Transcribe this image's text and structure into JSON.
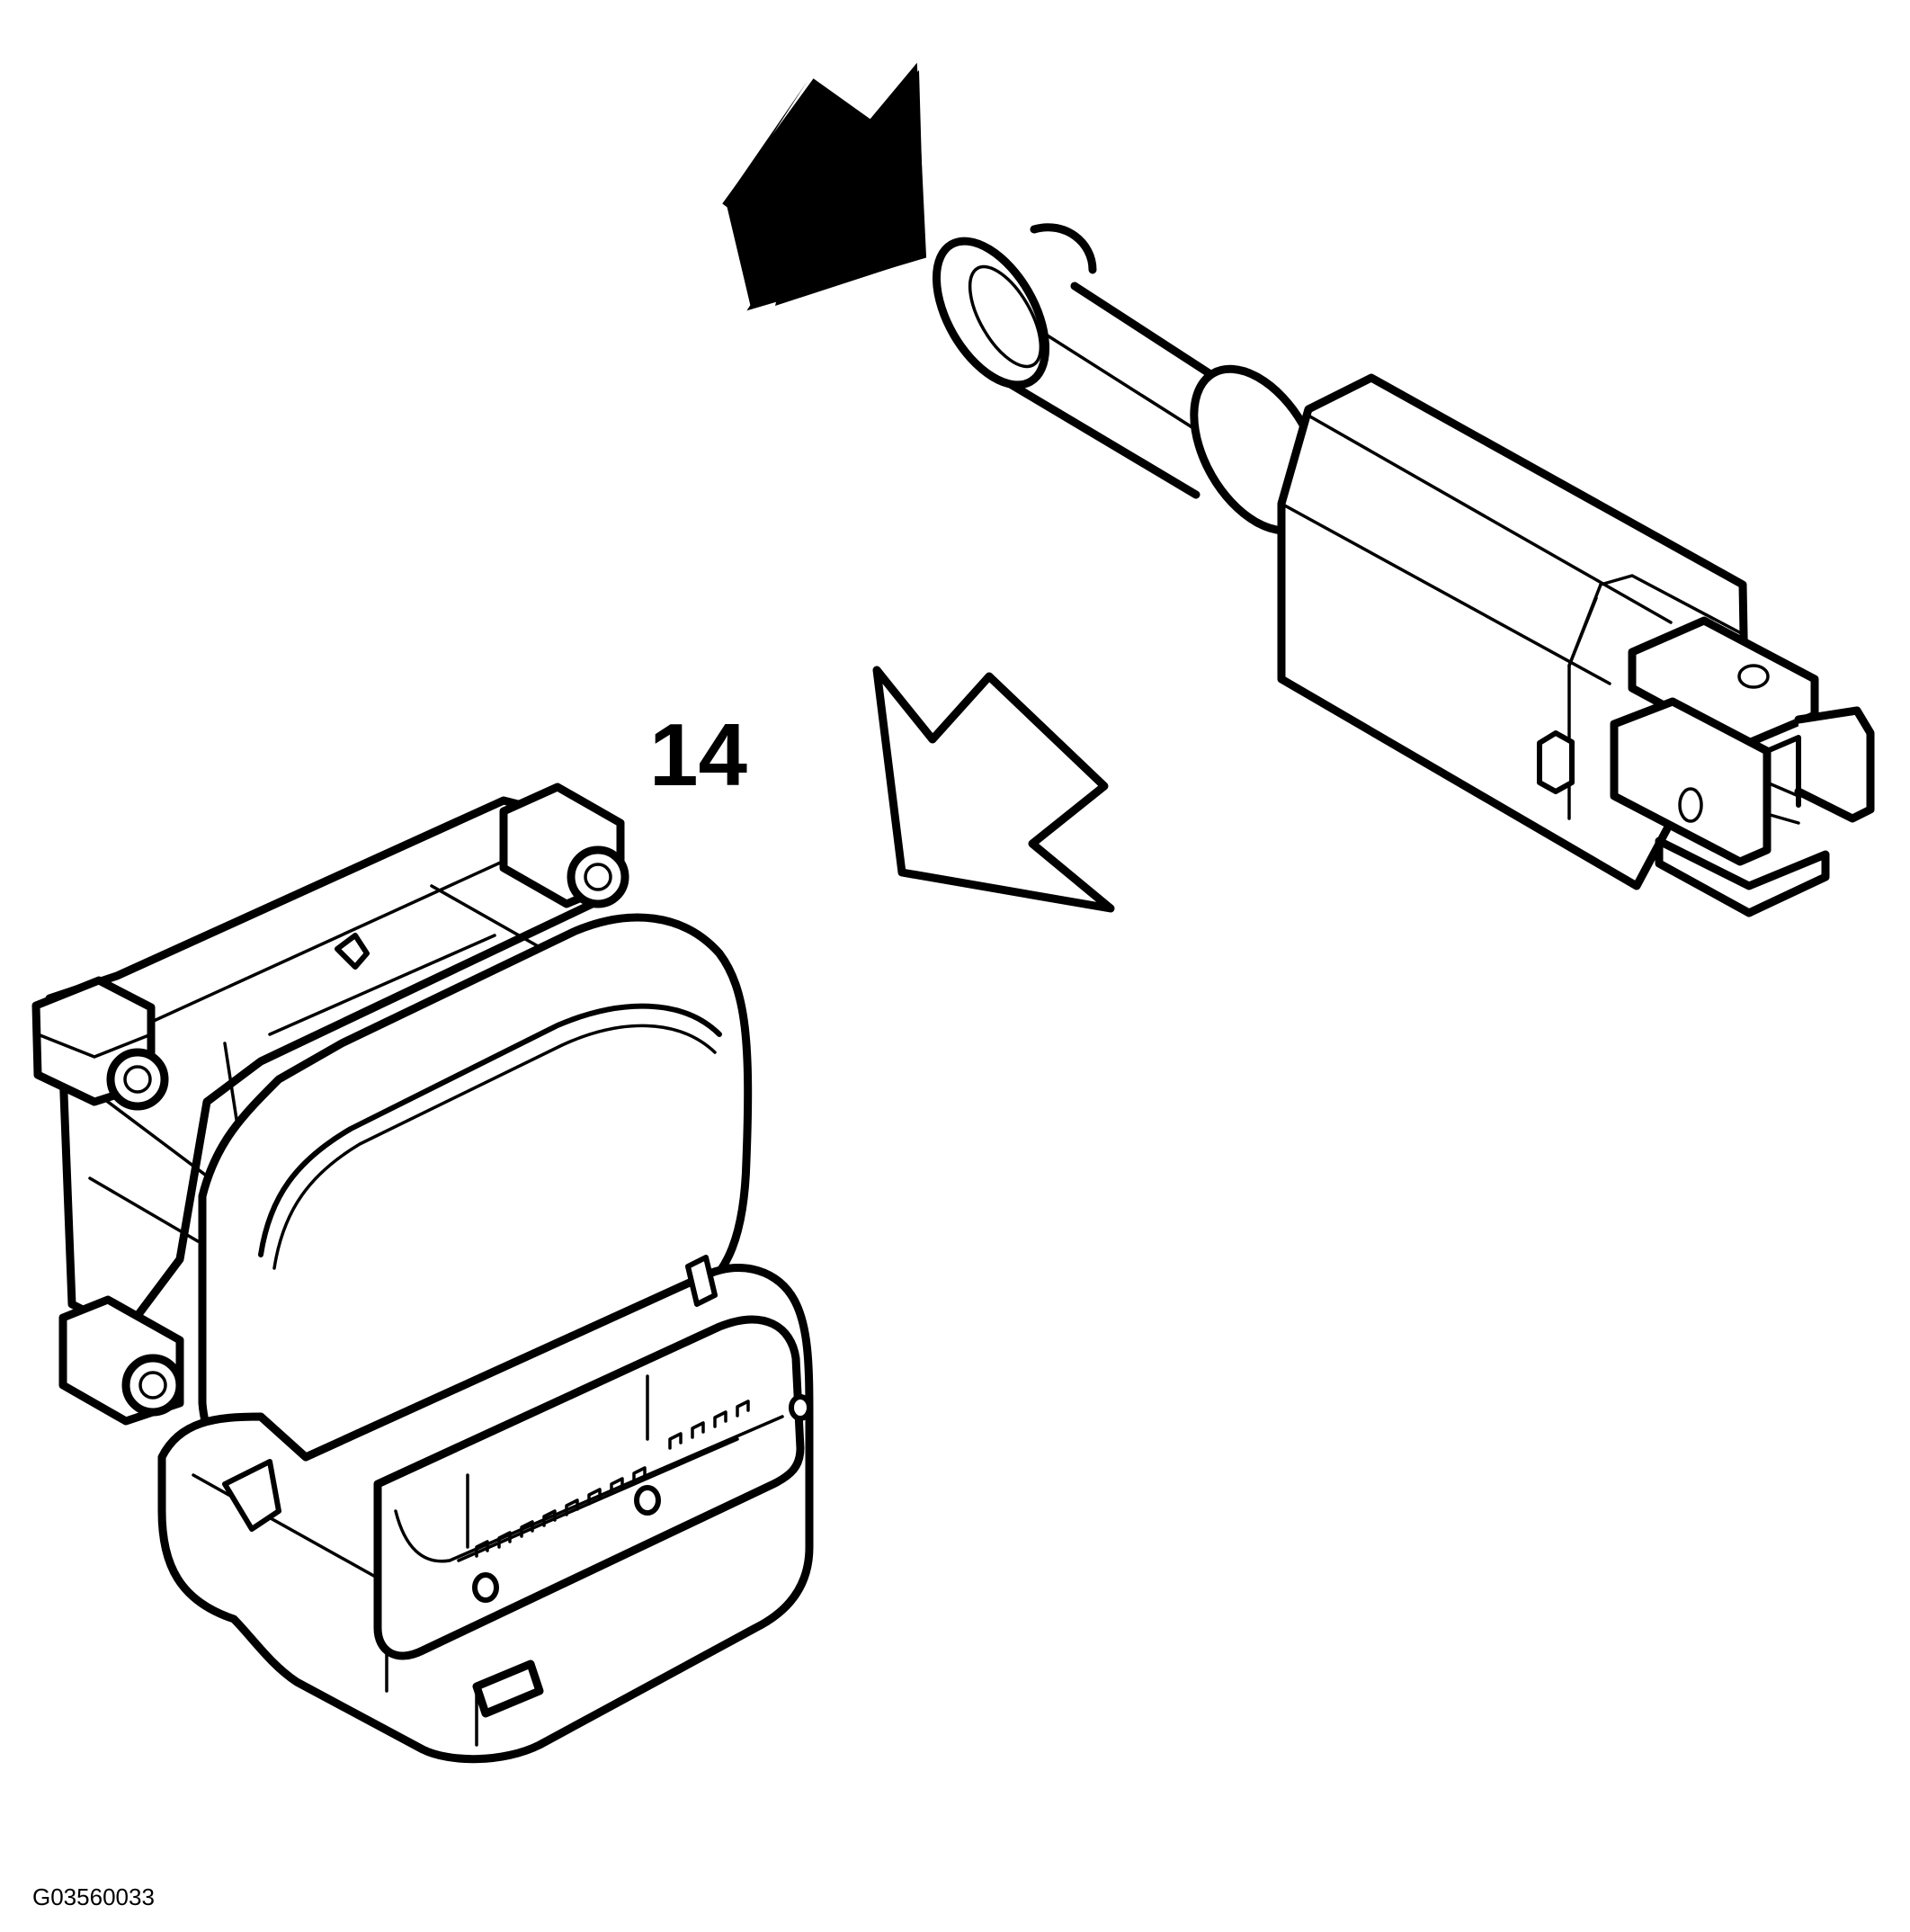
{
  "callout_label": "14",
  "figure_code": "G03560033",
  "icons": {
    "install_arrow": "solid-arrow-down-left",
    "removal_arrow": "outline-arrow-down-right"
  },
  "colors": {
    "line": "#000000",
    "background": "#ffffff"
  }
}
